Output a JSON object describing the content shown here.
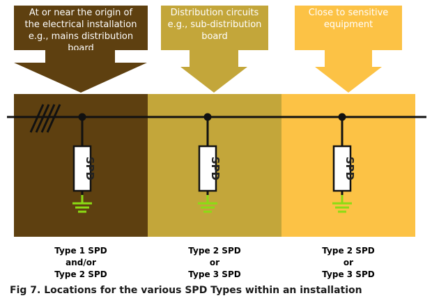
{
  "locations": [
    {
      "header": "At or near the origin of\nthe electrical installation\ne.g., mains distribution\nboard",
      "spd_label": "SPD",
      "type_text": "Type 1 SPD\nand/or\nType 2 SPD"
    },
    {
      "header": "Distribution circuits\ne.g., sub-distribution\nboard",
      "spd_label": "SPD",
      "type_text": "Type 2 SPD\nor\nType 3 SPD"
    },
    {
      "header": "Close to sensitive\nequipment",
      "spd_label": "SPD",
      "type_text": "Type 2 SPD\nor\nType 3 SPD"
    }
  ],
  "caption": "Fig 7. Locations for the various SPD Types within an installation",
  "colors": {
    "zone_1": "#5e4010",
    "zone_2": "#c3a63a",
    "zone_3": "#fcc245",
    "earth_symbol": "#8bdc14",
    "line": "#111111"
  }
}
